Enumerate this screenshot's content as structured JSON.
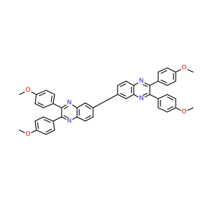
{
  "molecule": {
    "colors": {
      "bond": "#000000",
      "carbon": "#000000",
      "nitrogen": "#1f1fd6",
      "oxygen": "#e00000"
    },
    "atoms": [
      {
        "id": "aN1",
        "element": "N",
        "label": "N"
      },
      {
        "id": "aN4",
        "element": "N",
        "label": "N"
      },
      {
        "id": "aN1b",
        "element": "N",
        "label": "N"
      },
      {
        "id": "aN4b",
        "element": "N",
        "label": "N"
      },
      {
        "id": "aO1",
        "element": "O",
        "label": "O"
      },
      {
        "id": "aO2",
        "element": "O",
        "label": "O"
      },
      {
        "id": "aO3",
        "element": "O",
        "label": "O"
      },
      {
        "id": "aO4",
        "element": "O",
        "label": "O"
      }
    ]
  }
}
